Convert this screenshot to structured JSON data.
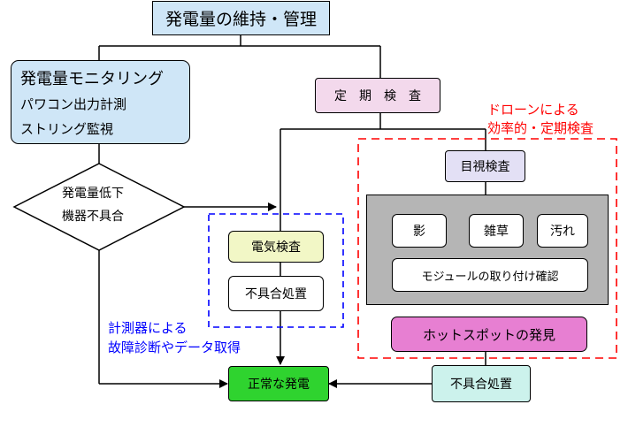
{
  "title": "発電量の維持・管理",
  "monitoring": {
    "title": "発電量モニタリング",
    "line1": "パワコン出力計測",
    "line2": "ストリング監視"
  },
  "decision": {
    "line1": "発電量低下",
    "line2": "機器不具合"
  },
  "periodic": "定　期　検　査",
  "drone_note": {
    "line1": "ドローンによる",
    "line2": "効率的・定期検査"
  },
  "visual": "目視検査",
  "checks": {
    "shadow": "影",
    "weeds": "雑草",
    "dirt": "汚れ",
    "module": "モジュールの取り付け確認"
  },
  "hotspot": "ホットスポットの発見",
  "electrical": "電気検査",
  "defect_left": "不具合処置",
  "instrument_note": {
    "line1": "計測器による",
    "line2": "故障診断やデータ取得"
  },
  "normal": "正常な発電",
  "defect_right": "不具合処置",
  "colors": {
    "blue_box": "#cfe6f7",
    "pink_box": "#f3d9ec",
    "lavender_box": "#e3e0f5",
    "yellow_box": "#f2f7c6",
    "green_box": "#2fd32f",
    "hotspot_box": "#e77fd2",
    "teal_box": "#ccf2ec",
    "gray_panel": "#b5b5b5",
    "red_dash": "#ff0000",
    "blue_dash": "#0000ff"
  }
}
